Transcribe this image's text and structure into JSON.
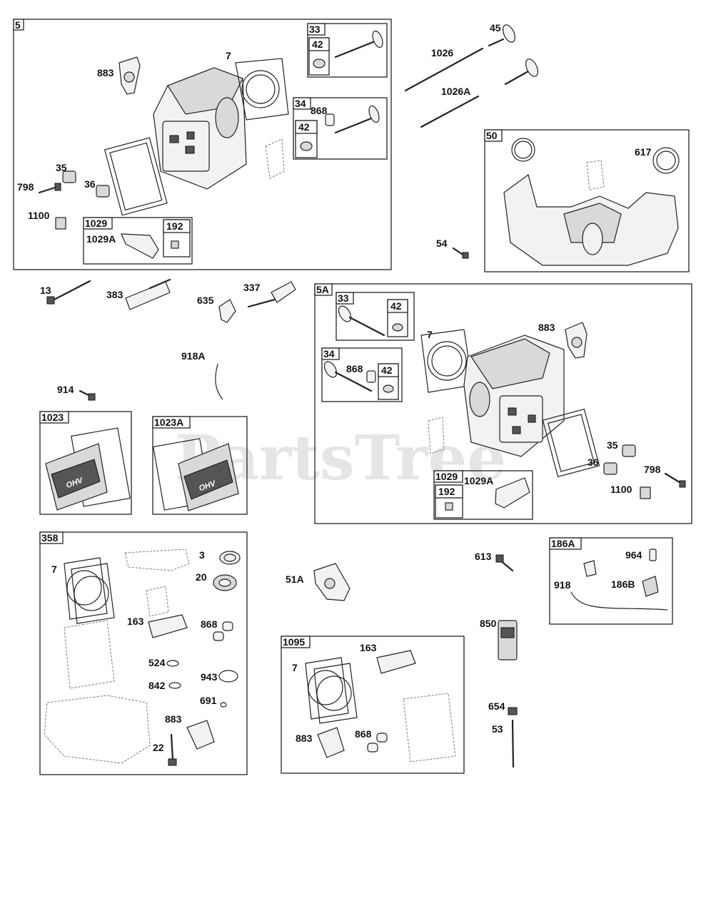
{
  "watermark": "PartsTree",
  "groups": {
    "g5": "5",
    "g33a": "33",
    "g42a": "42",
    "g34a": "34",
    "g42b": "42",
    "g1029a": "1029",
    "g192a": "192",
    "g50": "50",
    "g5A": "5A",
    "g33b": "33",
    "g42c": "42",
    "g34b": "34",
    "g42d": "42",
    "g1029b": "1029",
    "g192b": "192",
    "g1023": "1023",
    "g1023A": "1023A",
    "g358": "358",
    "g186A": "186A",
    "g1095": "1095"
  },
  "labels": {
    "l883a": "883",
    "l7a": "7",
    "l35a": "35",
    "l798a": "798",
    "l36a": "36",
    "l1100a": "1100",
    "l1029Aa": "1029A",
    "l868a": "868",
    "l45": "45",
    "l1026": "1026",
    "l1026A": "1026A",
    "l617": "617",
    "l54": "54",
    "l13": "13",
    "l383": "383",
    "l635": "635",
    "l337": "337",
    "l918A": "918A",
    "l914": "914",
    "l7b": "7",
    "l883b": "883",
    "l868b": "868",
    "l35b": "35",
    "l36b": "36",
    "l798b": "798",
    "l1100b": "1100",
    "l1029Ab": "1029A",
    "l7c": "7",
    "l3": "3",
    "l20": "20",
    "l163a": "163",
    "l868c": "868",
    "l524": "524",
    "l943": "943",
    "l842": "842",
    "l691": "691",
    "l883c": "883",
    "l22": "22",
    "l51A": "51A",
    "l613": "613",
    "l964": "964",
    "l918": "918",
    "l186B": "186B",
    "l850": "850",
    "l163b": "163",
    "l7d": "7",
    "l883d": "883",
    "l868d": "868",
    "l654": "654",
    "l53": "53"
  },
  "stamp": {
    "ohv": "OHV"
  }
}
